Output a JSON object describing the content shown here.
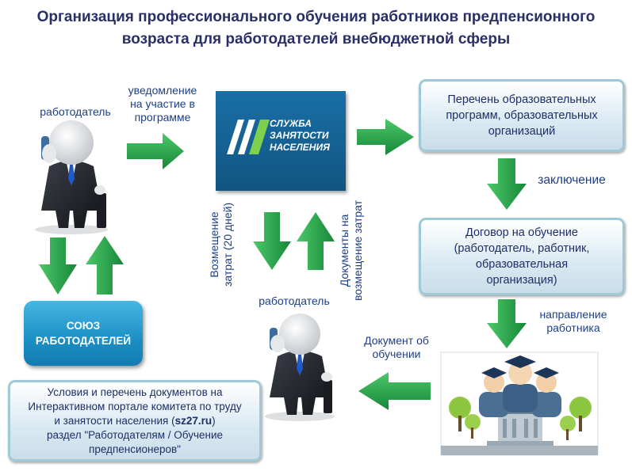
{
  "title": {
    "line1": "Организация профессионального обучения работников предпенсионного",
    "line2": "возраста для работодателей внебюджетной сферы"
  },
  "employer_top": {
    "label": "работодатель"
  },
  "notice": {
    "line1": "уведомление",
    "line2": "на участие в",
    "line3": "программе"
  },
  "szn_logo": {
    "line1": "СЛУЖБА",
    "line2": "ЗАНЯТОСТИ",
    "line3": "НАСЕЛЕНИЯ"
  },
  "programs_box": {
    "line1": "Перечень образовательных",
    "line2": "программ, образовательных",
    "line3": "организаций"
  },
  "conclusion": {
    "label": "заключение"
  },
  "contract_box": {
    "line1": "Договор на обучение",
    "line2": "(работодатель, работник,",
    "line3": "образовательная",
    "line4": "организация)"
  },
  "referral": {
    "line1": "направление",
    "line2": "работника"
  },
  "document": {
    "line1": "Документ об",
    "line2": "обучении"
  },
  "reimburse": {
    "line1": "Возмещение",
    "line2": "затрат (20 дней)"
  },
  "docs_reimburse": {
    "line1": "Документы  на",
    "line2": "возмещение  затрат"
  },
  "employer_mid": {
    "label": "работодатель"
  },
  "union": {
    "line1": "СОЮЗ",
    "line2": "РАБОТОДАТЕЛЕЙ"
  },
  "info_box": {
    "line1": "Условия и перечень документов на",
    "line2": "Интерактивном портале комитета по труду",
    "line3a": "и занятости населения (",
    "line3b": "sz27.ru",
    "line3c": ")",
    "line4": "раздел \"Работодателям / Обучение",
    "line5": "предпенсионеров\""
  },
  "colors": {
    "arrow": "#1f9a3c",
    "arrow_light": "#3fbf5a",
    "title": "#2a2f66",
    "text": "#1d3f86",
    "szn_bg": "#14608f",
    "union_bg": "#1f93c8"
  },
  "icons": [
    "businessman-phone-icon",
    "arrow-right-icon",
    "arrow-down-icon",
    "arrow-up-icon",
    "arrow-left-icon",
    "graduates-school-icon"
  ]
}
